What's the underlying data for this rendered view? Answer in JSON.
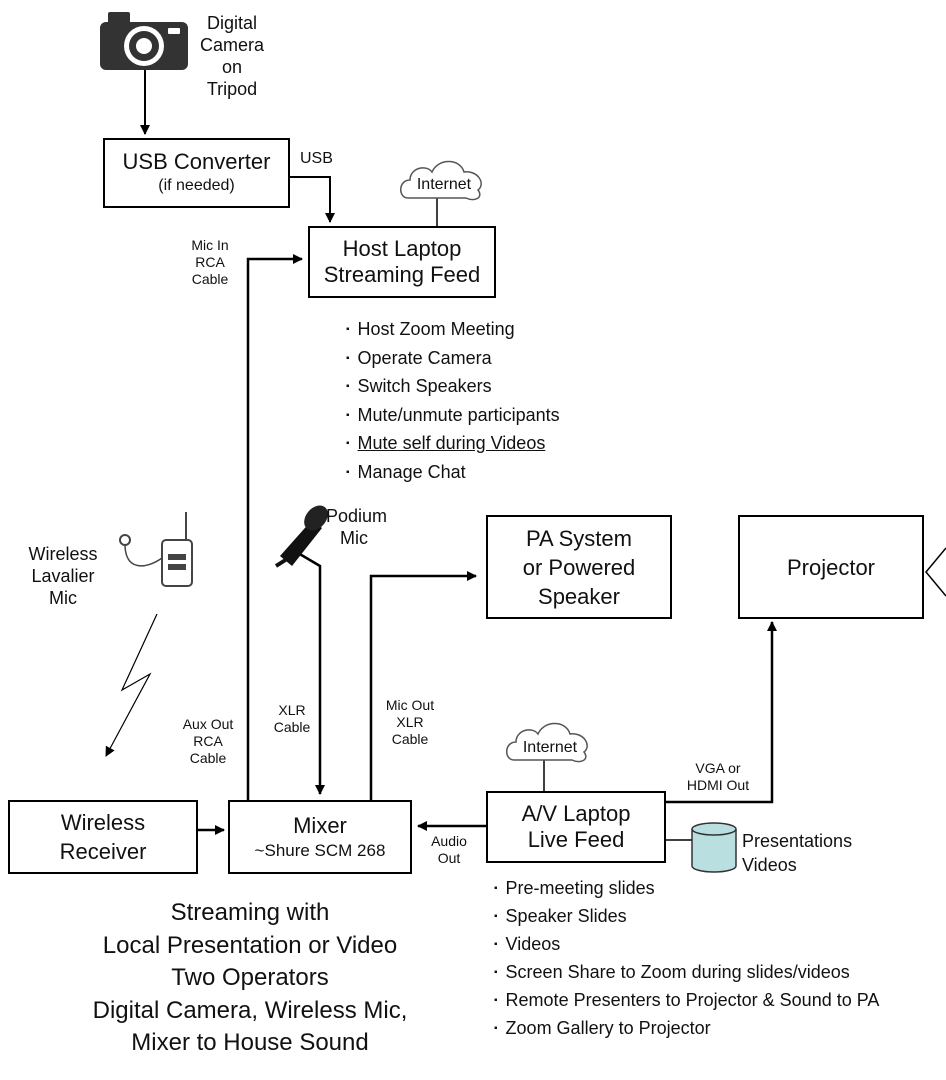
{
  "nodes": {
    "camera_label": [
      "Digital",
      "Camera",
      "on Tripod"
    ],
    "usb_converter": [
      "USB Converter",
      "(if needed)"
    ],
    "host_laptop": [
      "Host Laptop",
      "Streaming Feed"
    ],
    "internet": "Internet",
    "pa_system": [
      "PA System",
      "or Powered",
      "Speaker"
    ],
    "projector": "Projector",
    "mixer": [
      "Mixer",
      "~Shure SCM 268"
    ],
    "wireless_receiver": [
      "Wireless",
      "Receiver"
    ],
    "av_laptop": [
      "A/V Laptop",
      "Live Feed"
    ],
    "podium_mic": [
      "Podium",
      "Mic"
    ],
    "lav_mic": [
      "Wireless",
      "Lavalier",
      "Mic"
    ],
    "presentations": [
      "Presentations",
      "Videos"
    ]
  },
  "connections": {
    "usb": "USB",
    "mic_in": [
      "Mic In",
      "RCA",
      "Cable"
    ],
    "aux_out": [
      "Aux Out",
      "RCA",
      "Cable"
    ],
    "xlr": [
      "XLR",
      "Cable"
    ],
    "mic_out": [
      "Mic Out",
      "XLR",
      "Cable"
    ],
    "audio_out": [
      "Audio",
      "Out"
    ],
    "vga": [
      "VGA or",
      "HDMI Out"
    ]
  },
  "host_tasks": [
    "Host Zoom Meeting",
    "Operate Camera",
    "Switch Speakers",
    "Mute/unmute participants",
    "Mute self during Videos",
    "Manage Chat"
  ],
  "av_tasks": [
    "Pre-meeting slides",
    "Speaker Slides",
    "Videos",
    "Screen Share to Zoom during slides/videos",
    "Remote Presenters to Projector & Sound to PA",
    "Zoom Gallery to Projector"
  ],
  "caption": [
    "Streaming with",
    "Local Presentation or Video",
    "Two Operators",
    "Digital Camera, Wireless Mic,",
    "Mixer to House Sound"
  ],
  "colors": {
    "line": "#000000",
    "cylinder_fill": "#b9dfe0",
    "icon_gray": "#555555"
  }
}
